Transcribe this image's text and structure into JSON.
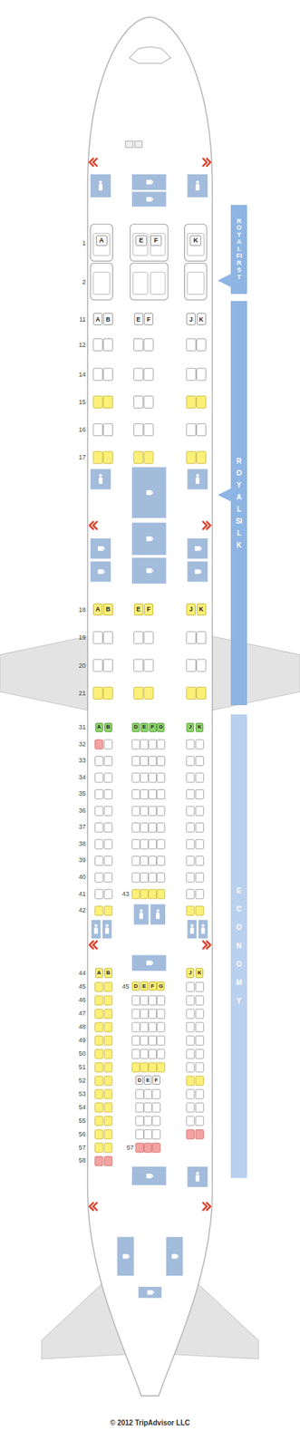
{
  "diagram": {
    "nodes": [
      {
        "text": [
          "ROYAL FIRST"
        ]
      },
      {
        "text": [
          "A"
        ]
      },
      {
        "text": [
          "E"
        ]
      },
      {
        "text": [
          "F"
        ]
      },
      {
        "text": [
          "K"
        ]
      },
      {
        "text": [
          "ROYAL SILK"
        ]
      },
      {
        "text": [
          "A"
        ]
      },
      {
        "text": [
          "B"
        ]
      },
      {
        "text": [
          "E"
        ]
      },
      {
        "text": [
          "F"
        ]
      },
      {
        "text": [
          "J"
        ]
      },
      {
        "text": [
          "K"
        ]
      },
      {
        "text": [
          "A"
        ]
      },
      {
        "text": [
          "B"
        ]
      },
      {
        "text": [
          "E"
        ]
      },
      {
        "text": [
          "F"
        ]
      },
      {
        "text": [
          "J"
        ]
      },
      {
        "text": [
          "K"
        ]
      },
      {
        "text": [
          "ECONOMY"
        ]
      },
      {
        "text": [
          "A"
        ]
      },
      {
        "text": [
          "B"
        ]
      },
      {
        "text": [
          "D"
        ]
      },
      {
        "text": [
          "E"
        ]
      },
      {
        "text": [
          "F"
        ]
      },
      {
        "text": [
          "G"
        ]
      },
      {
        "text": [
          "J"
        ]
      },
      {
        "text": [
          "K"
        ]
      },
      {
        "text": [
          "A"
        ]
      },
      {
        "text": [
          "B"
        ]
      },
      {
        "text": [
          "J"
        ]
      },
      {
        "text": [
          "K"
        ]
      },
      {
        "text": [
          "D"
        ]
      },
      {
        "text": [
          "E"
        ]
      },
      {
        "text": [
          "F"
        ]
      },
      {
        "text": [
          "G"
        ]
      },
      {
        "text": [
          "D"
        ]
      },
      {
        "text": [
          "E"
        ]
      },
      {
        "text": [
          "F"
        ]
      }
    ],
    "labels": [
      "1",
      "2",
      "11",
      "12",
      "14",
      "15",
      "16",
      "17",
      "18",
      "19",
      "20",
      "21",
      "31",
      "32",
      "33",
      "34",
      "35",
      "36",
      "37",
      "38",
      "39",
      "40",
      "41",
      "42",
      "43",
      "44",
      "45",
      "45",
      "46",
      "47",
      "48",
      "49",
      "50",
      "51",
      "52",
      "53",
      "54",
      "55",
      "56",
      "57",
      "57",
      "58",
      "© 2012 TripAdvisor LLC"
    ]
  }
}
